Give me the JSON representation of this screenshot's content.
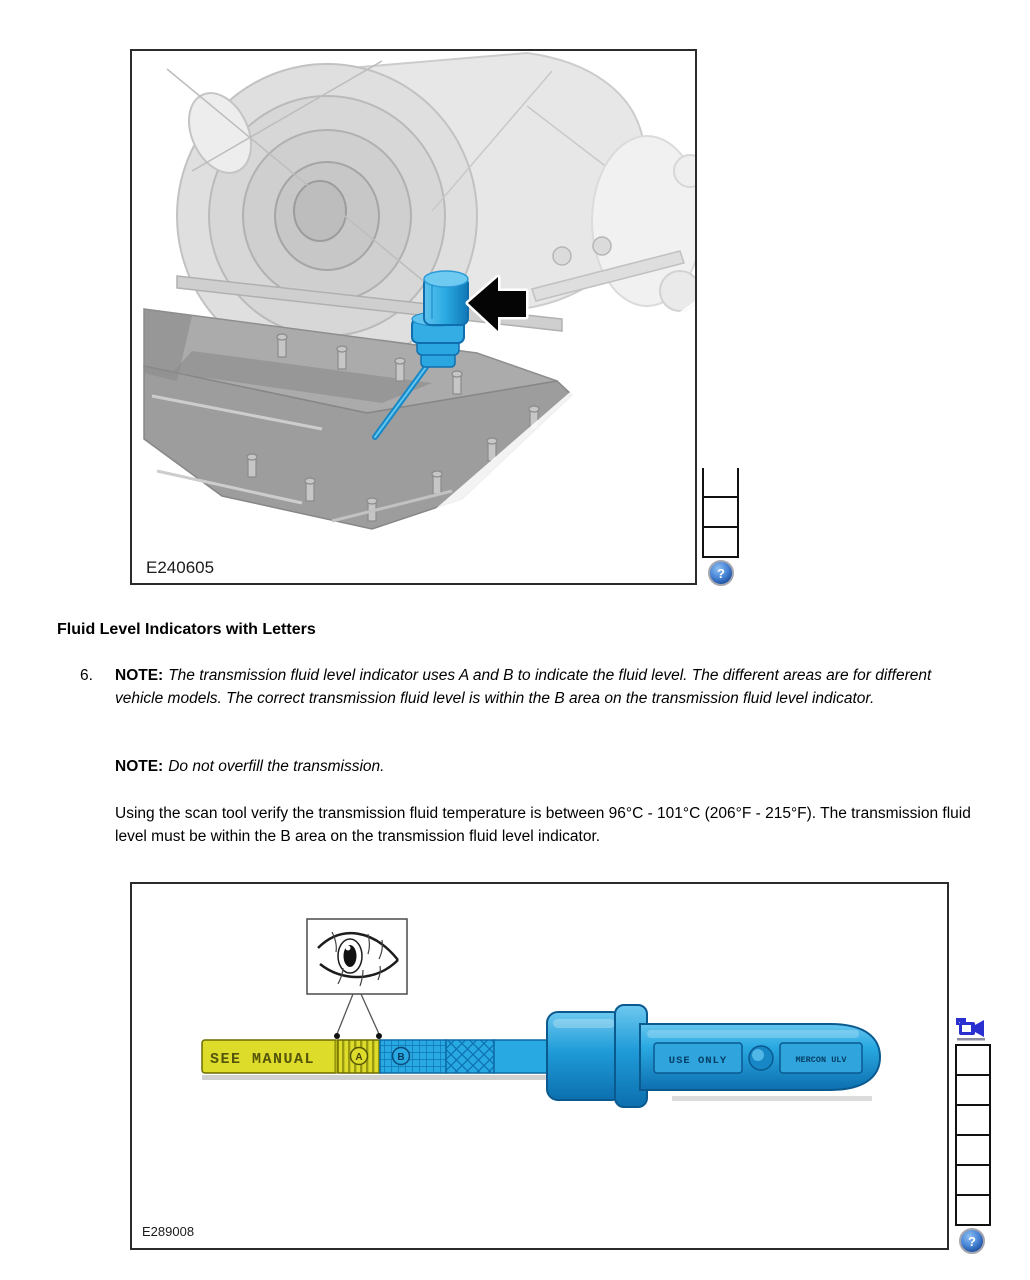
{
  "page": {
    "background": "#ffffff"
  },
  "heading": {
    "title": "Fluid Level Indicators with Letters"
  },
  "step6": {
    "number": "6.",
    "note1_label": "NOTE:",
    "note1_text": "The transmission fluid level indicator uses A and B to indicate the fluid level. The different areas are for different vehicle models. The correct transmission fluid level is within the B area on the transmission fluid level indicator.",
    "note2_label": "NOTE:",
    "note2_text": "Do not overfill the transmission.",
    "body_text": "Using the scan tool verify the transmission fluid temperature is between 96°C - 101°C (206°F - 215°F). The transmission fluid level must be within the B area on the transmission fluid level indicator."
  },
  "figure1": {
    "label": "E240605",
    "subject": "transmission fluid level indicator location",
    "indicator_color": "#29a9e1",
    "arrow_color": "#000000"
  },
  "figure2": {
    "label": "E289008",
    "blade_text": "SEE MANUAL",
    "area_a": "A",
    "area_b": "B",
    "handle_text_1": "USE ONLY",
    "handle_text_2": "MERCON ULV",
    "yellow": "#dedc2b",
    "blue": "#29a9e1"
  },
  "icons": {
    "help_glyph": "?",
    "camera_color": "#2a2fd0"
  }
}
